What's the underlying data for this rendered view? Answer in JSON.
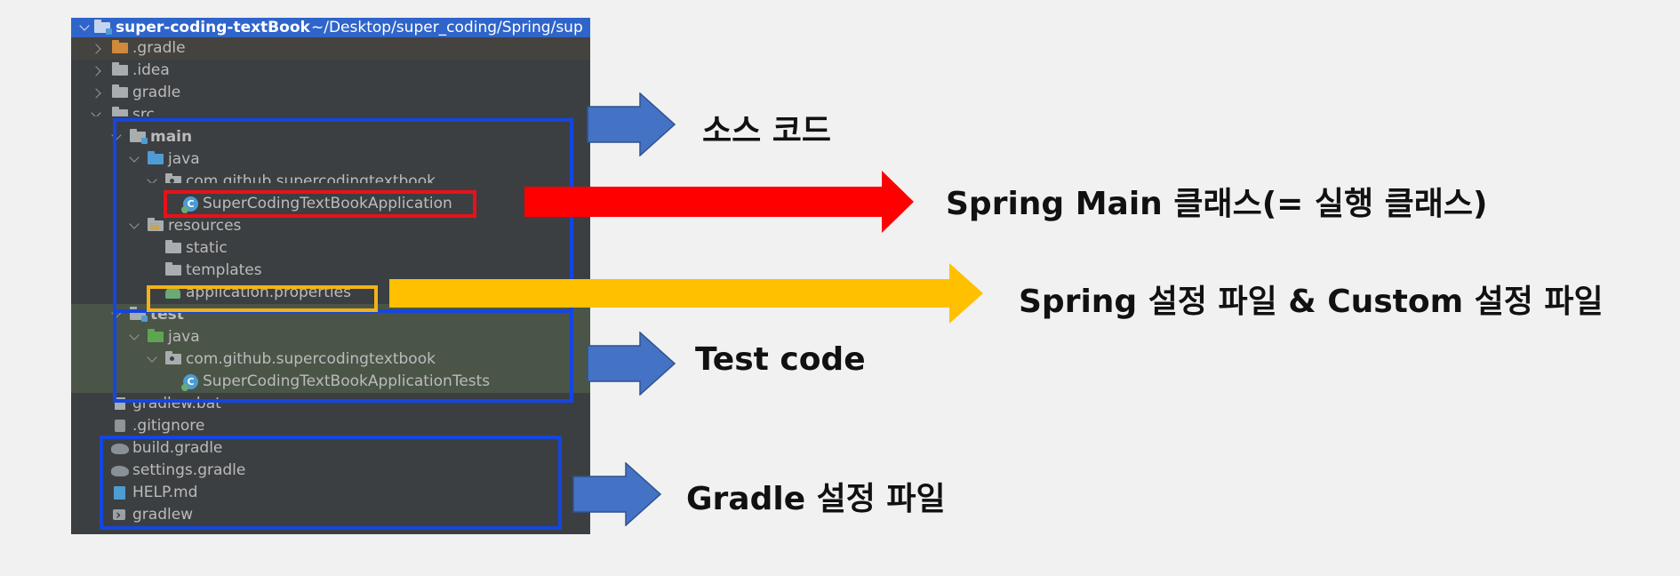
{
  "tree": {
    "project_name": "super-coding-textBook",
    "project_path": "~/Desktop/super_coding/Spring/sup",
    "items": [
      {
        "label": ".gradle"
      },
      {
        "label": ".idea"
      },
      {
        "label": "gradle"
      },
      {
        "label": "src"
      },
      {
        "label": "main"
      },
      {
        "label": "java"
      },
      {
        "label": "com.github.supercodingtextbook"
      },
      {
        "label": "SuperCodingTextBookApplication"
      },
      {
        "label": "resources"
      },
      {
        "label": "static"
      },
      {
        "label": "templates"
      },
      {
        "label": "application.properties"
      },
      {
        "label": "test"
      },
      {
        "label": "java"
      },
      {
        "label": "com.github.supercodingtextbook"
      },
      {
        "label": "SuperCodingTextBookApplicationTests"
      },
      {
        "label": "gradlew.bat"
      },
      {
        "label": ".gitignore"
      },
      {
        "label": "build.gradle"
      },
      {
        "label": "settings.gradle"
      },
      {
        "label": "HELP.md"
      },
      {
        "label": "gradlew"
      }
    ]
  },
  "annotations": {
    "source_code": "소스 코드",
    "main_class": "Spring Main 클래스(= 실행 클래스)",
    "config": "Spring 설정 파일 & Custom 설정 파일",
    "test_code": "Test code",
    "gradle_config": "Gradle 설정 파일"
  },
  "colors": {
    "blue_box": "#1546e0",
    "red": "#ff0000",
    "yellow": "#ffc000",
    "blue_arrow": "#4472c4",
    "tree_bg": "#3c3f41",
    "header_bg": "#2f65ca"
  }
}
